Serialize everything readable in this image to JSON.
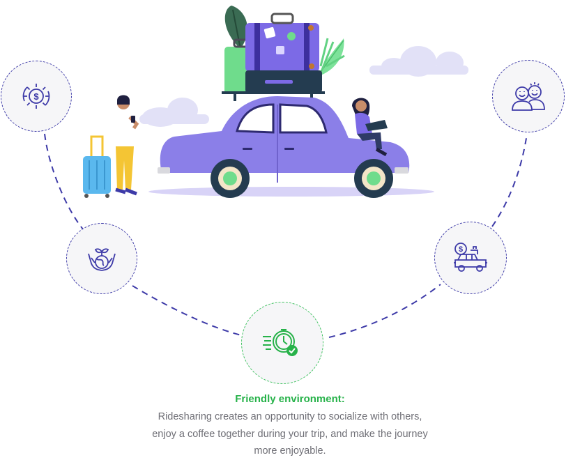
{
  "feature": {
    "title": "Friendly environment:",
    "description": "Ridesharing creates an opportunity to socialize with others, enjoy a coffee together during your trip, and make the journey more enjoyable."
  },
  "nodes": [
    {
      "id": "save-money",
      "icon": "dollar-gear-icon"
    },
    {
      "id": "environment",
      "icon": "hands-globe-icon"
    },
    {
      "id": "friendly-environment",
      "icon": "fast-clock-check-icon",
      "active": true
    },
    {
      "id": "ride-cost",
      "icon": "dollar-car-icon"
    },
    {
      "id": "social",
      "icon": "happy-people-icon"
    }
  ],
  "colors": {
    "path": "#3d3aa8",
    "accent": "#27b24a",
    "car": "#8b7fe8",
    "suitcase_purple": "#7c6ae6",
    "suitcase_green": "#6fdc8c",
    "suitcase_blue": "#5ab8ee",
    "cloud": "#e2e1f7"
  }
}
